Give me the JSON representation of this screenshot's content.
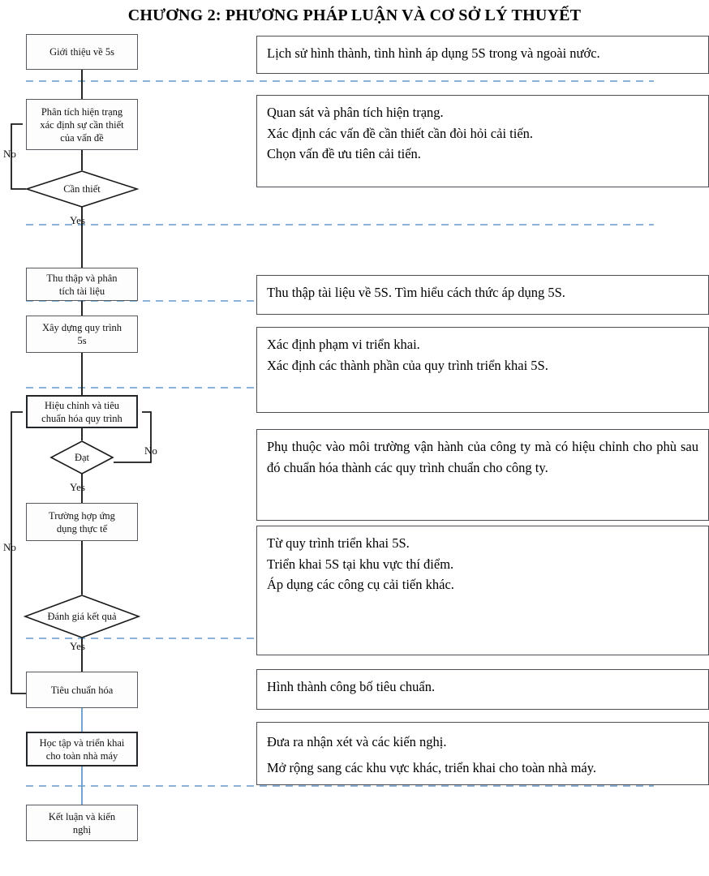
{
  "title": "CHƯƠNG 2: PHƯƠNG PHÁP LUẬN VÀ CƠ SỞ LÝ THUYẾT",
  "colors": {
    "node_border": "#555a60",
    "node_border_strong": "#23272b",
    "desc_border": "#4a4f55",
    "connector_black": "#1a1a1a",
    "connector_blue": "#6f9fd0",
    "divider_blue": "#6699cc",
    "background": "#ffffff",
    "text": "#111111"
  },
  "nodes": [
    {
      "id": "intro",
      "label": "Giới thiệu về 5s"
    },
    {
      "id": "analyze",
      "label": "Phân tích hiện trạng\nxác định sự cần thiết\ncủa vấn đề"
    },
    {
      "id": "collect",
      "label": "Thu thập và phân\ntích tài liệu"
    },
    {
      "id": "build",
      "label": "Xây dựng quy trình\n5s"
    },
    {
      "id": "calibrate",
      "label": "Hiệu chỉnh và tiêu\nchuẩn hóa quy trình"
    },
    {
      "id": "case",
      "label": "Trường hợp ứng\ndụng thực tế"
    },
    {
      "id": "standardize",
      "label": "Tiêu chuẩn hóa"
    },
    {
      "id": "deploy",
      "label": "Học tập và triển khai\ncho toàn nhà máy"
    },
    {
      "id": "conclude",
      "label": "Kết luận và kiến\nnghị"
    }
  ],
  "decisions": [
    {
      "id": "needed",
      "label": "Cần thiết"
    },
    {
      "id": "pass",
      "label": "Đạt"
    },
    {
      "id": "evaluate",
      "label": "Đánh giá kết quả"
    }
  ],
  "edge_labels": [
    {
      "id": "no-analyze",
      "text": "No"
    },
    {
      "id": "yes-needed",
      "text": "Yes"
    },
    {
      "id": "no-pass",
      "text": "No"
    },
    {
      "id": "yes-pass",
      "text": "Yes"
    },
    {
      "id": "no-evaluate",
      "text": "No"
    },
    {
      "id": "yes-evaluate",
      "text": "Yes"
    }
  ],
  "descriptions": [
    {
      "id": "desc-intro",
      "lines": [
        "Lịch sử hình thành, tình hình áp dụng 5S trong và ngoài nước."
      ]
    },
    {
      "id": "desc-analyze",
      "lines": [
        "Quan sát và phân tích hiện trạng.",
        "Xác định các vấn đề cần thiết cần đòi hỏi cải tiến.",
        "Chọn vấn đề ưu tiên cải tiến."
      ]
    },
    {
      "id": "desc-collect",
      "lines": [
        "Thu thập tài liệu về 5S. Tìm hiểu cách thức áp dụng 5S."
      ]
    },
    {
      "id": "desc-build",
      "lines": [
        "Xác định phạm vi triển khai.",
        "Xác định các thành phần của quy trình triển khai 5S."
      ]
    },
    {
      "id": "desc-calibrate",
      "lines": [
        "Phụ thuộc vào môi trường vận hành của công ty mà có hiệu chỉnh cho phù sau đó chuẩn hóa thành các quy trình chuẩn cho công ty."
      ]
    },
    {
      "id": "desc-case",
      "lines": [
        "Từ quy trình triển khai 5S.",
        "Triển khai 5S tại khu vực thí điểm.",
        "Áp dụng các công cụ cải tiến khác."
      ]
    },
    {
      "id": "desc-standardize",
      "lines": [
        "Hình thành công bố tiêu chuẩn."
      ]
    },
    {
      "id": "desc-deploy",
      "lines": [
        "Đưa ra nhận xét và các kiến nghị.",
        "Mở rộng sang các khu vực khác, triển khai cho toàn nhà máy."
      ]
    }
  ]
}
